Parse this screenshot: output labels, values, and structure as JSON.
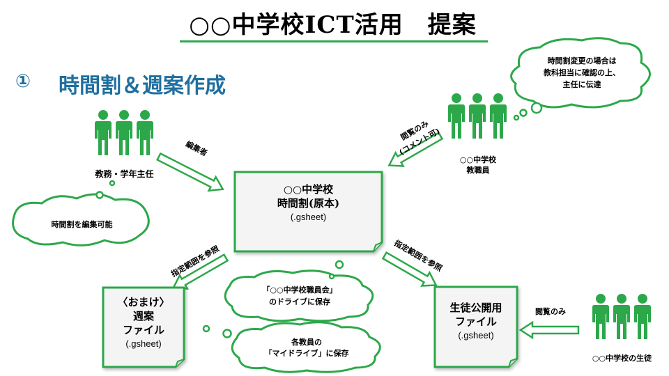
{
  "title": "○○中学校ICT活用　提案",
  "section": {
    "number": "①",
    "title": "時間割＆週案作成"
  },
  "people": {
    "staff_office": "教務・学年主任",
    "teachers_line1": "○○中学校",
    "teachers_line2": "教職員",
    "students": "○○中学校の生徒"
  },
  "bubbles": {
    "can_edit": "時間割を編集可能",
    "change_line1": "時間割変更の場合は",
    "change_line2": "教科担当に確認の上、",
    "change_line3": "主任に伝達",
    "shared_line1": "「○○中学校職員会」",
    "shared_line2": "のドライブに保存",
    "mydrive_line1": "各教員の",
    "mydrive_line2": "「マイドライブ」に保存"
  },
  "arrows": {
    "editor": "編集者",
    "view_comment_line1": "閲覧のみ",
    "view_comment_line2": "(コメント可)",
    "range_left": "指定範囲を参照",
    "range_right": "指定範囲を参照",
    "view_only": "閲覧のみ"
  },
  "docs": {
    "main_line1": "○○中学校",
    "main_line2": "時間割(原本)",
    "main_ext": "(.gsheet)",
    "weekly_line1": "〈おまけ〉",
    "weekly_line2": "週案",
    "weekly_line3": "ファイル",
    "weekly_ext": "(.gsheet)",
    "public_line1": "生徒公開用",
    "public_line2": "ファイル",
    "public_ext": "(.gsheet)"
  },
  "colors": {
    "accent": "#2fa84f",
    "person": "#2ca84a",
    "section": "#1f6f9f"
  }
}
